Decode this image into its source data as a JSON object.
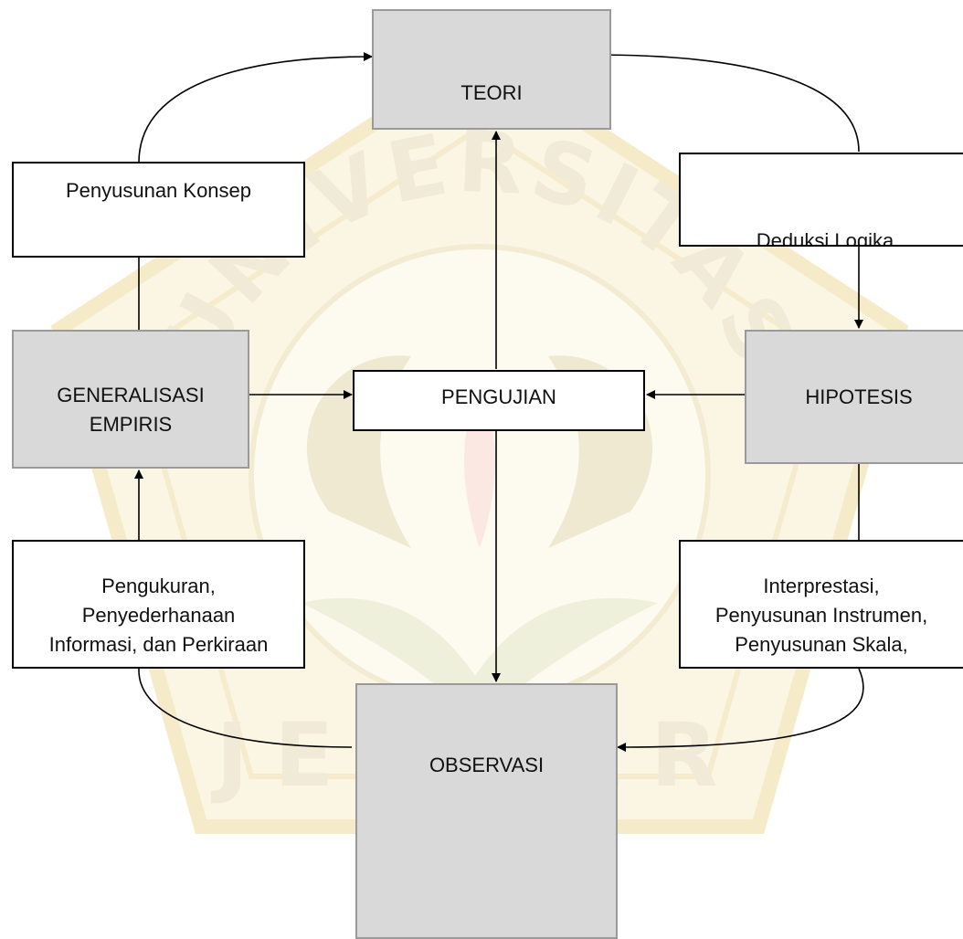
{
  "nodes": {
    "teori": "TEORI",
    "hipotesis": "HIPOTESIS",
    "observasi": "OBSERVASI",
    "generalisasi": [
      "GENERALISASI",
      "EMPIRIS"
    ],
    "pengujian": "PENGUJIAN"
  },
  "processes": {
    "deduksi": "Deduksi Logika",
    "penyusunan_konsep": "Penyusunan Konsep",
    "interpretasi": [
      "Interprestasi,",
      "Penyusunan Instrumen,",
      "Penyusunan Skala,"
    ],
    "pengukuran": [
      "Pengukuran,",
      "Penyederhanaan",
      "Informasi, dan Perkiraan"
    ]
  },
  "watermark": {
    "text_top": "UNIVERSITAS",
    "text_bottom": "JEMBER",
    "colors": {
      "seal": "#f3ecd2",
      "band": "#fff6dc",
      "text": "#f0ead6"
    }
  },
  "colors": {
    "node_fill": "#d9d9d9",
    "node_border": "#9a9a9a",
    "line": "#000000"
  }
}
